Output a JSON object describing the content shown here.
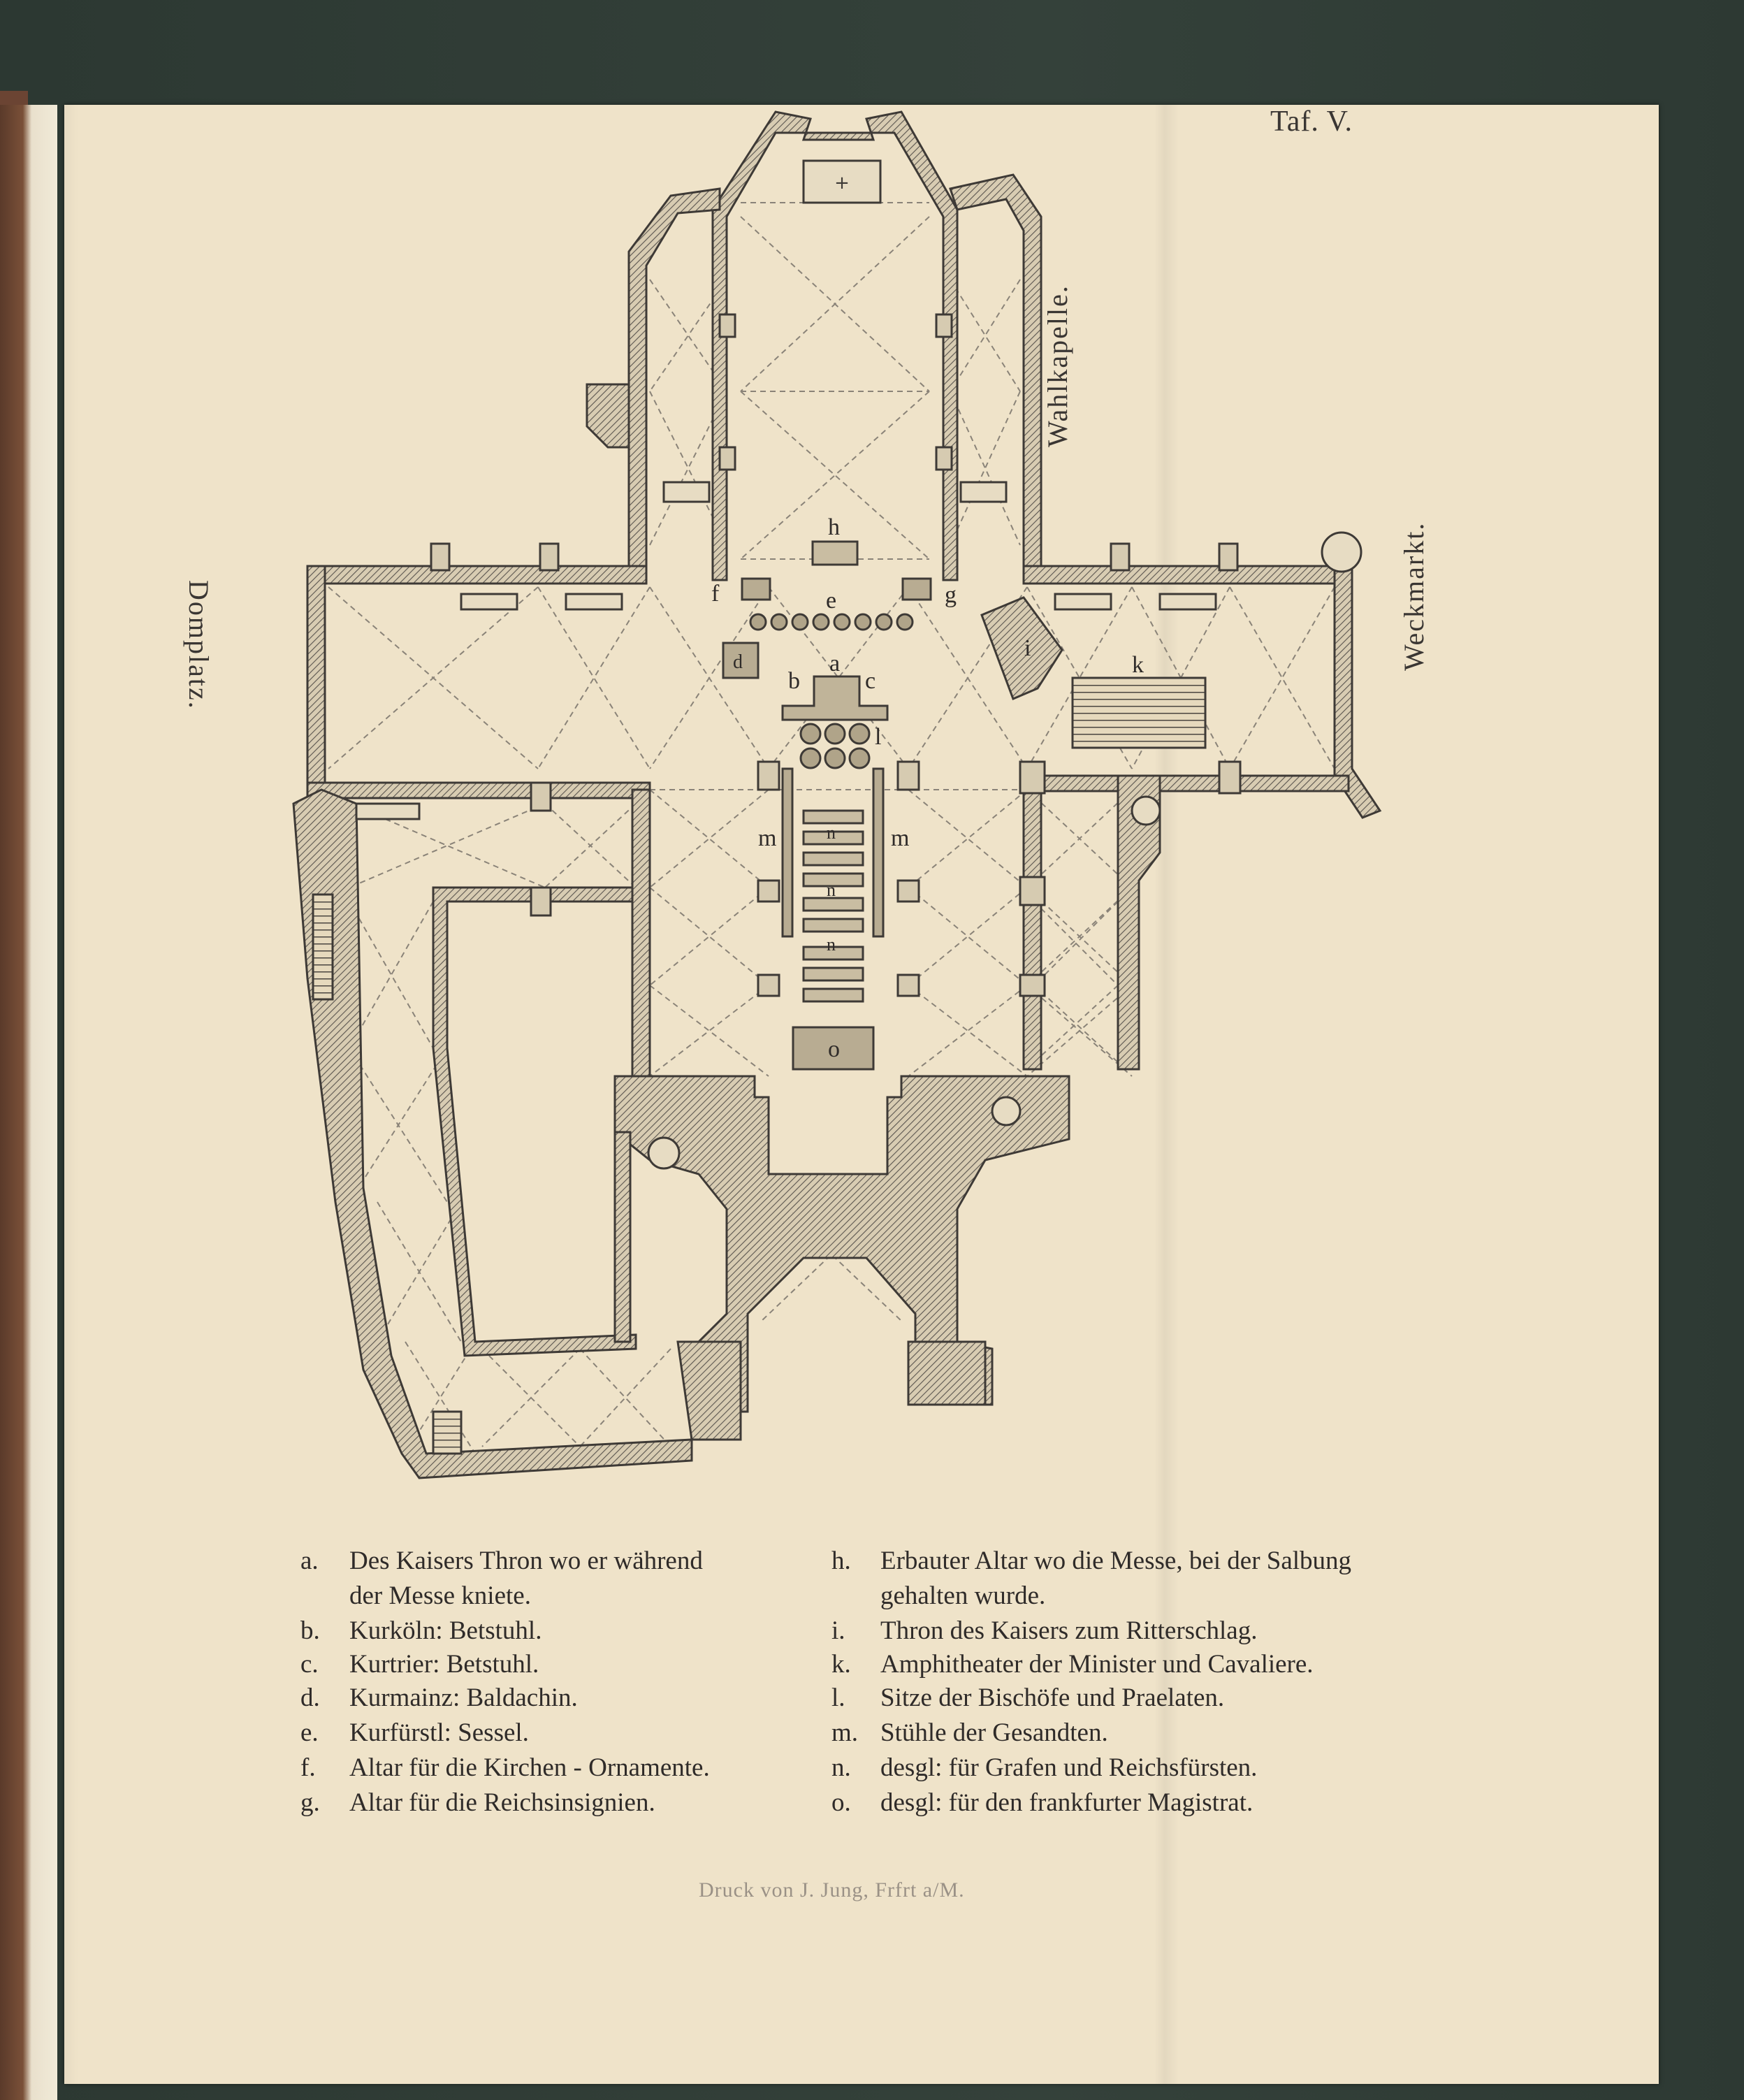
{
  "plate": {
    "number": "Taf. V."
  },
  "plan_labels": {
    "domplatz": "Domplatz.",
    "wahlkapelle": "Wahlkapelle.",
    "weckmarkt": "Weckmarkt.",
    "letters": {
      "h": "h",
      "f": "f",
      "e": "e",
      "g": "g",
      "d": "d",
      "a": "a",
      "b": "b",
      "c": "c",
      "l": "l",
      "m_left": "m",
      "m_right": "m",
      "n1": "n",
      "n2": "n",
      "n3": "n",
      "o": "o",
      "i": "i",
      "k": "k"
    }
  },
  "legend_left": [
    {
      "key": "a.",
      "text": "Des Kaisers Thron wo er während"
    },
    {
      "key": "",
      "text": "der Messe kniete."
    },
    {
      "key": "b.",
      "text": "Kurköln: Betstuhl."
    },
    {
      "key": "c.",
      "text": "Kurtrier: Betstuhl."
    },
    {
      "key": "d.",
      "text": "Kurmainz: Baldachin."
    },
    {
      "key": "e.",
      "text": "Kurfürstl: Sessel."
    },
    {
      "key": "f.",
      "text": "Altar für die Kirchen - Ornamente."
    },
    {
      "key": "g.",
      "text": "Altar für die Reichsinsignien."
    }
  ],
  "legend_right": [
    {
      "key": "h.",
      "text": "Erbauter Altar wo die Messe, bei der Salbung"
    },
    {
      "key": "",
      "text": "gehalten wurde."
    },
    {
      "key": "i.",
      "text": "Thron des Kaisers zum Ritterschlag."
    },
    {
      "key": "k.",
      "text": "Amphitheater der Minister und Cavaliere."
    },
    {
      "key": "l.",
      "text": "Sitze der Bischöfe und Praelaten."
    },
    {
      "key": "m.",
      "text": "Stühle der Gesandten."
    },
    {
      "key": "n.",
      "text": "desgl: für Grafen und Reichsfürsten."
    },
    {
      "key": "o.",
      "text": "desgl: für den frankfurter Magistrat."
    }
  ],
  "printer": "Druck von J. Jung, Frfrt a/M."
}
